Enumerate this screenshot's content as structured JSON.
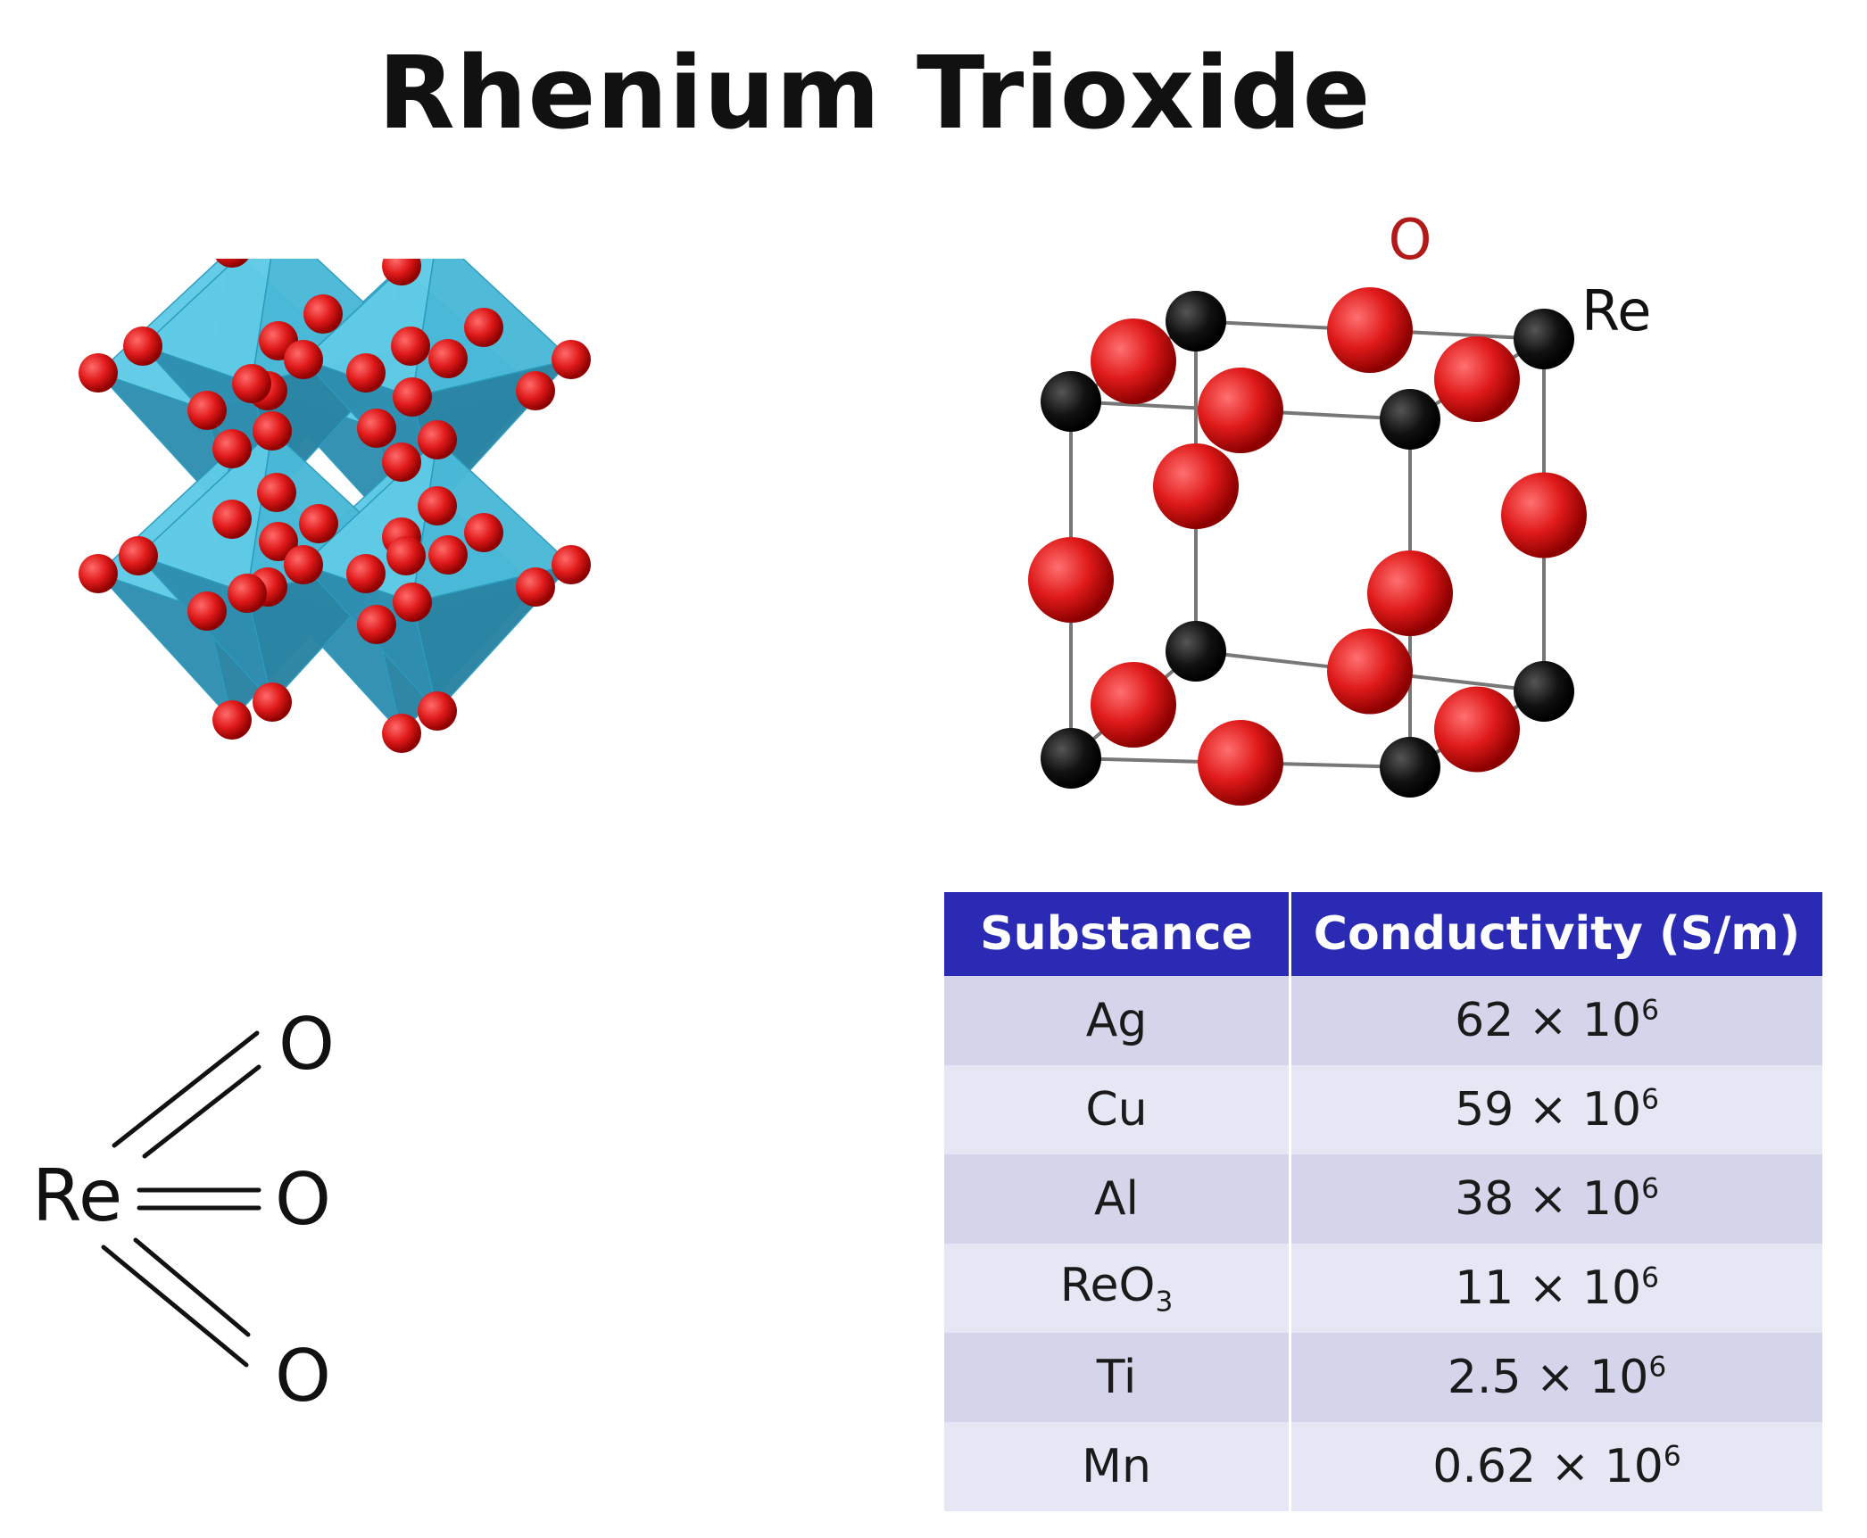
{
  "title": "Rhenium Trioxide",
  "unit_cell": {
    "label_o": "O",
    "label_re": "Re"
  },
  "lewis": {
    "center": "Re",
    "top": "O",
    "middle": "O",
    "bottom": "O"
  },
  "table": {
    "headers": [
      "Substance",
      "Conductivity (S/m)"
    ],
    "rows": [
      {
        "substance": "Ag",
        "value": "62 × 10",
        "exp": "6"
      },
      {
        "substance": "Cu",
        "value": "59 × 10",
        "exp": "6"
      },
      {
        "substance": "Al",
        "value": "38 × 10",
        "exp": "6"
      },
      {
        "substance": "ReO",
        "sub": "3",
        "value": "11 × 10",
        "exp": "6"
      },
      {
        "substance": "Ti",
        "value": "2.5 × 10",
        "exp": "6"
      },
      {
        "substance": "Mn",
        "value": "0.62 × 10",
        "exp": "6"
      }
    ]
  },
  "colors": {
    "octahedron": "#3fb4d4",
    "oxygen": "#e01a1a",
    "rhenium": "#0d0d0d",
    "oxygen_label": "#b21a1a",
    "table_header": "#2a2ab4"
  }
}
